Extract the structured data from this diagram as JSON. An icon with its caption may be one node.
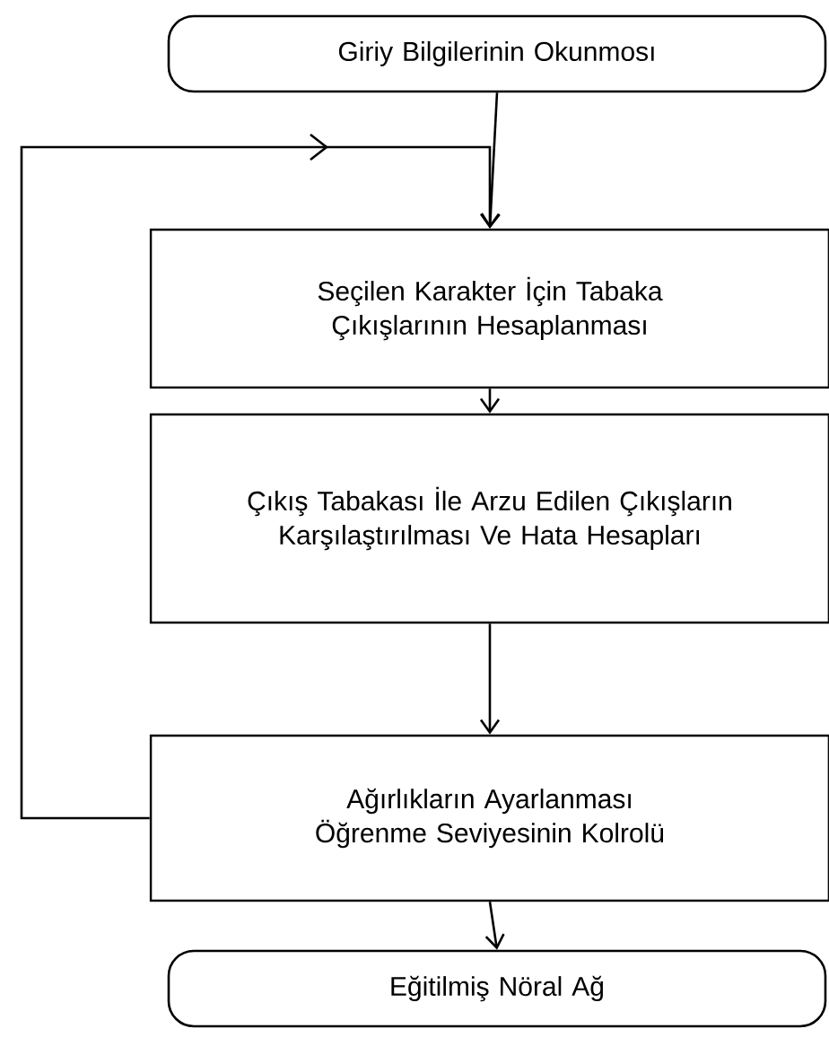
{
  "diagram": {
    "nodes": [
      {
        "text": [
          "Giriy Bilgilerinin Okunmosı"
        ]
      },
      {
        "text": [
          "Seçilen Karakter İçin Tabaka Çıkışlarının Hesaplanması"
        ]
      },
      {
        "text": [
          "Çıkış Tabakası İle Arzu Edilen Çıkışların Karşılaştırılması Ve Hata Hesapları"
        ]
      },
      {
        "text": [
          "Ağırlıkların Ayarlanması Öğrenme Seviyesinin Kolrolü"
        ]
      },
      {
        "text": [
          "Eğitilmiş Nöral Ağ"
        ]
      }
    ],
    "edges": [
      {
        "from": 0,
        "to": 1,
        "arrow": "to"
      },
      {
        "from": 1,
        "to": 2,
        "arrow": "to"
      },
      {
        "from": 2,
        "to": 3,
        "arrow": "to"
      },
      {
        "from": 3,
        "to": 4,
        "arrow": "to"
      },
      {
        "from": 3,
        "to": 1,
        "arrow": "to"
      }
    ]
  }
}
